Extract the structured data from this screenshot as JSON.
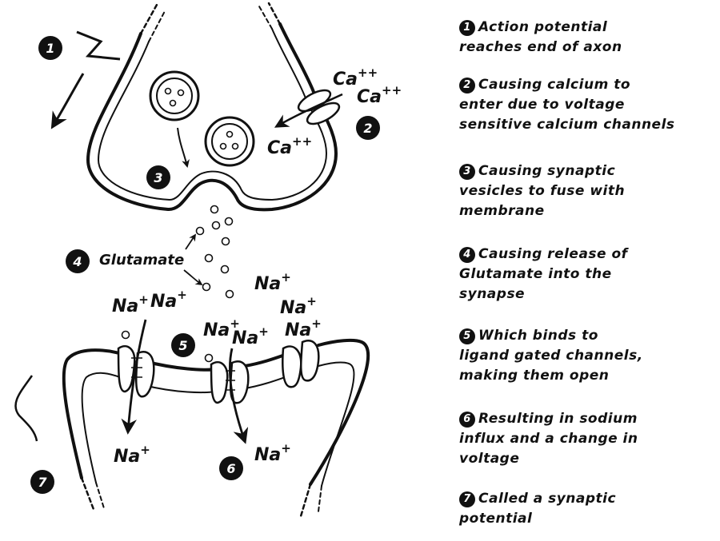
{
  "diagram": {
    "labels": {
      "ca": "Ca",
      "ca_charge": "++",
      "na": "Na",
      "na_charge": "+",
      "glutamate": "Glutamate"
    },
    "badges": {
      "b1": "1",
      "b2": "2",
      "b3": "3",
      "b4": "4",
      "b5": "5",
      "b6": "6",
      "b7": "7"
    }
  },
  "steps": [
    {
      "number": "1",
      "lines": [
        "Action potential",
        "reaches end of axon"
      ]
    },
    {
      "number": "2",
      "lines": [
        "Causing calcium to",
        "enter due to voltage",
        "sensitive calcium channels"
      ]
    },
    {
      "number": "3",
      "lines": [
        "Causing synaptic",
        "vesicles to fuse with",
        "membrane"
      ]
    },
    {
      "number": "4",
      "lines": [
        "Causing release of",
        "Glutamate into the",
        "synapse"
      ]
    },
    {
      "number": "5",
      "lines": [
        "Which binds to",
        "ligand gated channels,",
        "making them open"
      ]
    },
    {
      "number": "6",
      "lines": [
        "Resulting in sodium",
        "influx and a change in",
        "voltage"
      ]
    },
    {
      "number": "7",
      "lines": [
        "Called a synaptic",
        "potential"
      ]
    }
  ]
}
